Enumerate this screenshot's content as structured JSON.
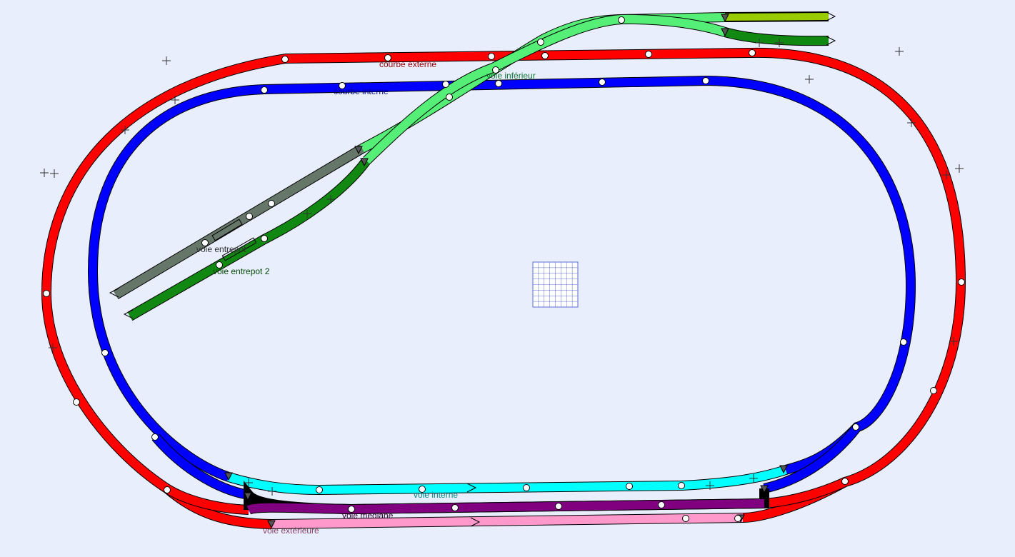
{
  "colors": {
    "background": "#e8eefc",
    "outer_loop": "#ff0000",
    "inner_loop": "#0000ff",
    "lower_track": "#55ee77",
    "depot_1": "#66776a",
    "depot_2": "#118811",
    "end_light": "#99cc00",
    "voie_interne": "#00ffff",
    "voie_mediane": "#800080",
    "voie_exterieure": "#ff99cc",
    "marker_fill": "#ffffff",
    "grid_line": "#5b6fd4"
  },
  "labels": {
    "courbe_externe": "courbe externe",
    "courbe_interne": "courbe interne",
    "voie_inferieur": "voie inférieur",
    "voie_entrepot_1": "voie entrepot",
    "voie_entrepot_2": "voie entrepot 2",
    "voie_interne": "voie interne",
    "voie_mediane": "voie mediane",
    "voie_exterieure": "voie extérieure"
  },
  "label_colors": {
    "courbe_externe": "#990000",
    "courbe_interne": "#000088",
    "voie_inferieur": "#117733",
    "voie_entrepot_1": "#333333",
    "voie_entrepot_2": "#004400",
    "voie_interne": "#008888",
    "voie_mediane": "#330033",
    "voie_exterieure": "#884466"
  },
  "icons": {
    "grid": "grid-icon",
    "cross": "cross-marker-icon",
    "node": "joint-marker-icon",
    "arrow": "direction-arrow-icon"
  }
}
